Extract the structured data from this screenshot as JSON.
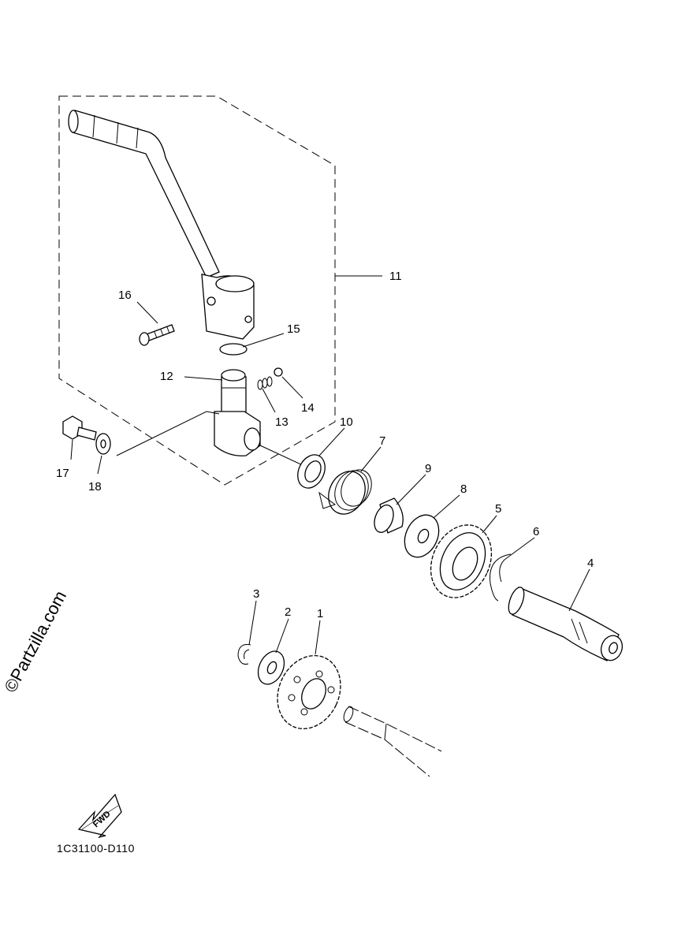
{
  "diagram": {
    "drawing_code": "1C31100-D110",
    "watermark": "©Partzilla.com",
    "fwd_label": "FWD",
    "callouts": [
      {
        "id": "c1",
        "label": "1"
      },
      {
        "id": "c2",
        "label": "2"
      },
      {
        "id": "c3",
        "label": "3"
      },
      {
        "id": "c4",
        "label": "4"
      },
      {
        "id": "c5",
        "label": "5"
      },
      {
        "id": "c6",
        "label": "6"
      },
      {
        "id": "c7",
        "label": "7"
      },
      {
        "id": "c8",
        "label": "8"
      },
      {
        "id": "c9",
        "label": "9"
      },
      {
        "id": "c10",
        "label": "10"
      },
      {
        "id": "c11",
        "label": "11"
      },
      {
        "id": "c12",
        "label": "12"
      },
      {
        "id": "c13",
        "label": "13"
      },
      {
        "id": "c14",
        "label": "14"
      },
      {
        "id": "c15",
        "label": "15"
      },
      {
        "id": "c16",
        "label": "16"
      },
      {
        "id": "c17",
        "label": "17"
      },
      {
        "id": "c18",
        "label": "18"
      }
    ]
  }
}
